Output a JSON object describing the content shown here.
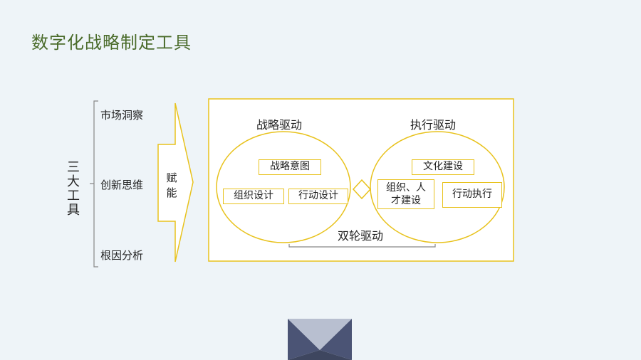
{
  "title": "数字化战略制定工具",
  "left_label": "三大工具",
  "tools": [
    "市场洞察",
    "创新思维",
    "根因分析"
  ],
  "empower_label": "赋能",
  "strategy": {
    "heading": "战略驱动",
    "items": [
      "战略意图",
      "组织设计",
      "行动设计"
    ]
  },
  "execution": {
    "heading": "执行驱动",
    "items": [
      "文化建设",
      "组织、人才建设",
      "行动执行"
    ]
  },
  "bottom_label": "双轮驱动",
  "colors": {
    "title": "#4a6b2a",
    "accent": "#e8c21c",
    "background": "#eef4f8",
    "logo": "#4b5475"
  },
  "icons": {
    "logo": "envelope-triangle-logo-icon"
  }
}
